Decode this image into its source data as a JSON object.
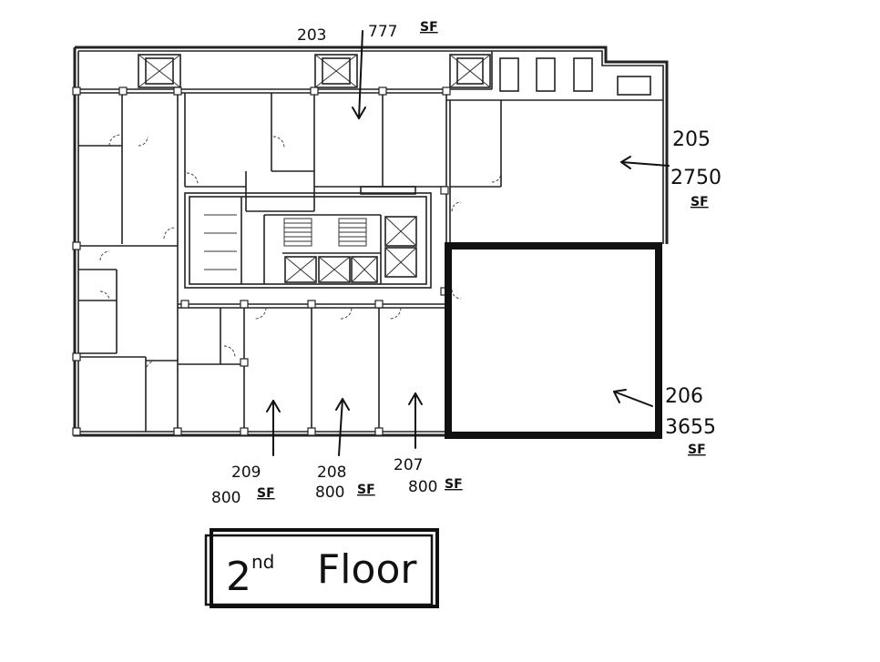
{
  "title": {
    "main": "2",
    "superscript": "nd",
    "rest": "Floor"
  },
  "suites": [
    {
      "number": "203",
      "area": "777",
      "unit": "SF"
    },
    {
      "number": "205",
      "area": "2750",
      "unit": "SF"
    },
    {
      "number": "206",
      "area": "3655",
      "unit": "SF"
    },
    {
      "number": "207",
      "area": "800",
      "unit": "SF"
    },
    {
      "number": "208",
      "area": "800",
      "unit": "SF"
    },
    {
      "number": "209",
      "area": "800",
      "unit": "SF"
    }
  ],
  "highlighted_suite": "206"
}
